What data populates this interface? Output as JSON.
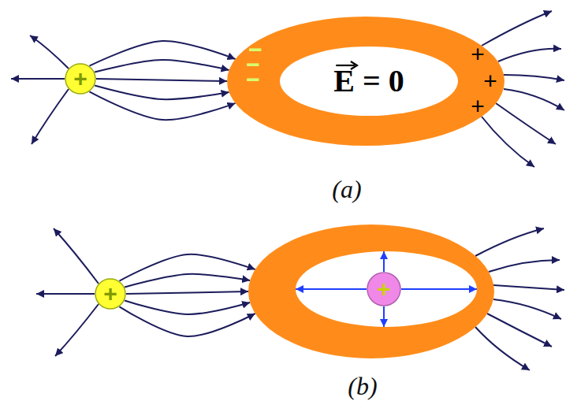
{
  "diagram": {
    "nodes": [
      {
        "text": [
          "+"
        ]
      },
      {
        "text": [
          "−",
          "−",
          "−",
          "E = 0",
          "+",
          "+",
          "+"
        ]
      },
      {
        "text": [
          "+"
        ]
      },
      {
        "text": []
      },
      {
        "text": [
          "+"
        ],
        "in": 3
      }
    ],
    "edges": [
      {
        "from": 0,
        "to": 1,
        "arrow": "to"
      },
      {
        "from": 0,
        "to": 1,
        "arrow": "to"
      },
      {
        "from": 0,
        "to": 1,
        "arrow": "to"
      },
      {
        "from": 0,
        "to": 1,
        "arrow": "to"
      },
      {
        "from": 0,
        "to": 1,
        "arrow": "to"
      },
      {
        "from": 2,
        "to": 3,
        "arrow": "to"
      },
      {
        "from": 2,
        "to": 3,
        "arrow": "to"
      },
      {
        "from": 2,
        "to": 3,
        "arrow": "to"
      },
      {
        "from": 2,
        "to": 3,
        "arrow": "to"
      },
      {
        "from": 2,
        "to": 3,
        "arrow": "to"
      },
      {
        "from": 4,
        "to": 3,
        "arrow": "to"
      },
      {
        "from": 4,
        "to": 3,
        "arrow": "to"
      },
      {
        "from": 4,
        "to": 3,
        "arrow": "to"
      },
      {
        "from": 4,
        "to": 3,
        "arrow": "to"
      }
    ],
    "labels": [
      "(a)",
      "(b)"
    ]
  }
}
